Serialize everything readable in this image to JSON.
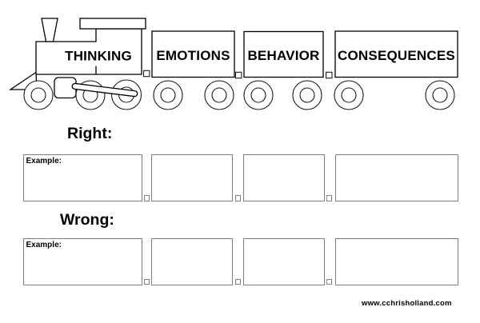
{
  "train": {
    "cars": [
      {
        "label": "THINKING"
      },
      {
        "label": "EMOTIONS"
      },
      {
        "label": "BEHAVIOR"
      },
      {
        "label": "CONSEQUENCES"
      }
    ]
  },
  "sections": [
    {
      "label": "Right:",
      "example_label": "Example:"
    },
    {
      "label": "Wrong:",
      "example_label": "Example:"
    }
  ],
  "footer": {
    "website": "www.cchrisholland.com"
  },
  "colors": {
    "line": "#000000",
    "box_border": "#808080",
    "background": "#ffffff",
    "text": "#000000"
  }
}
